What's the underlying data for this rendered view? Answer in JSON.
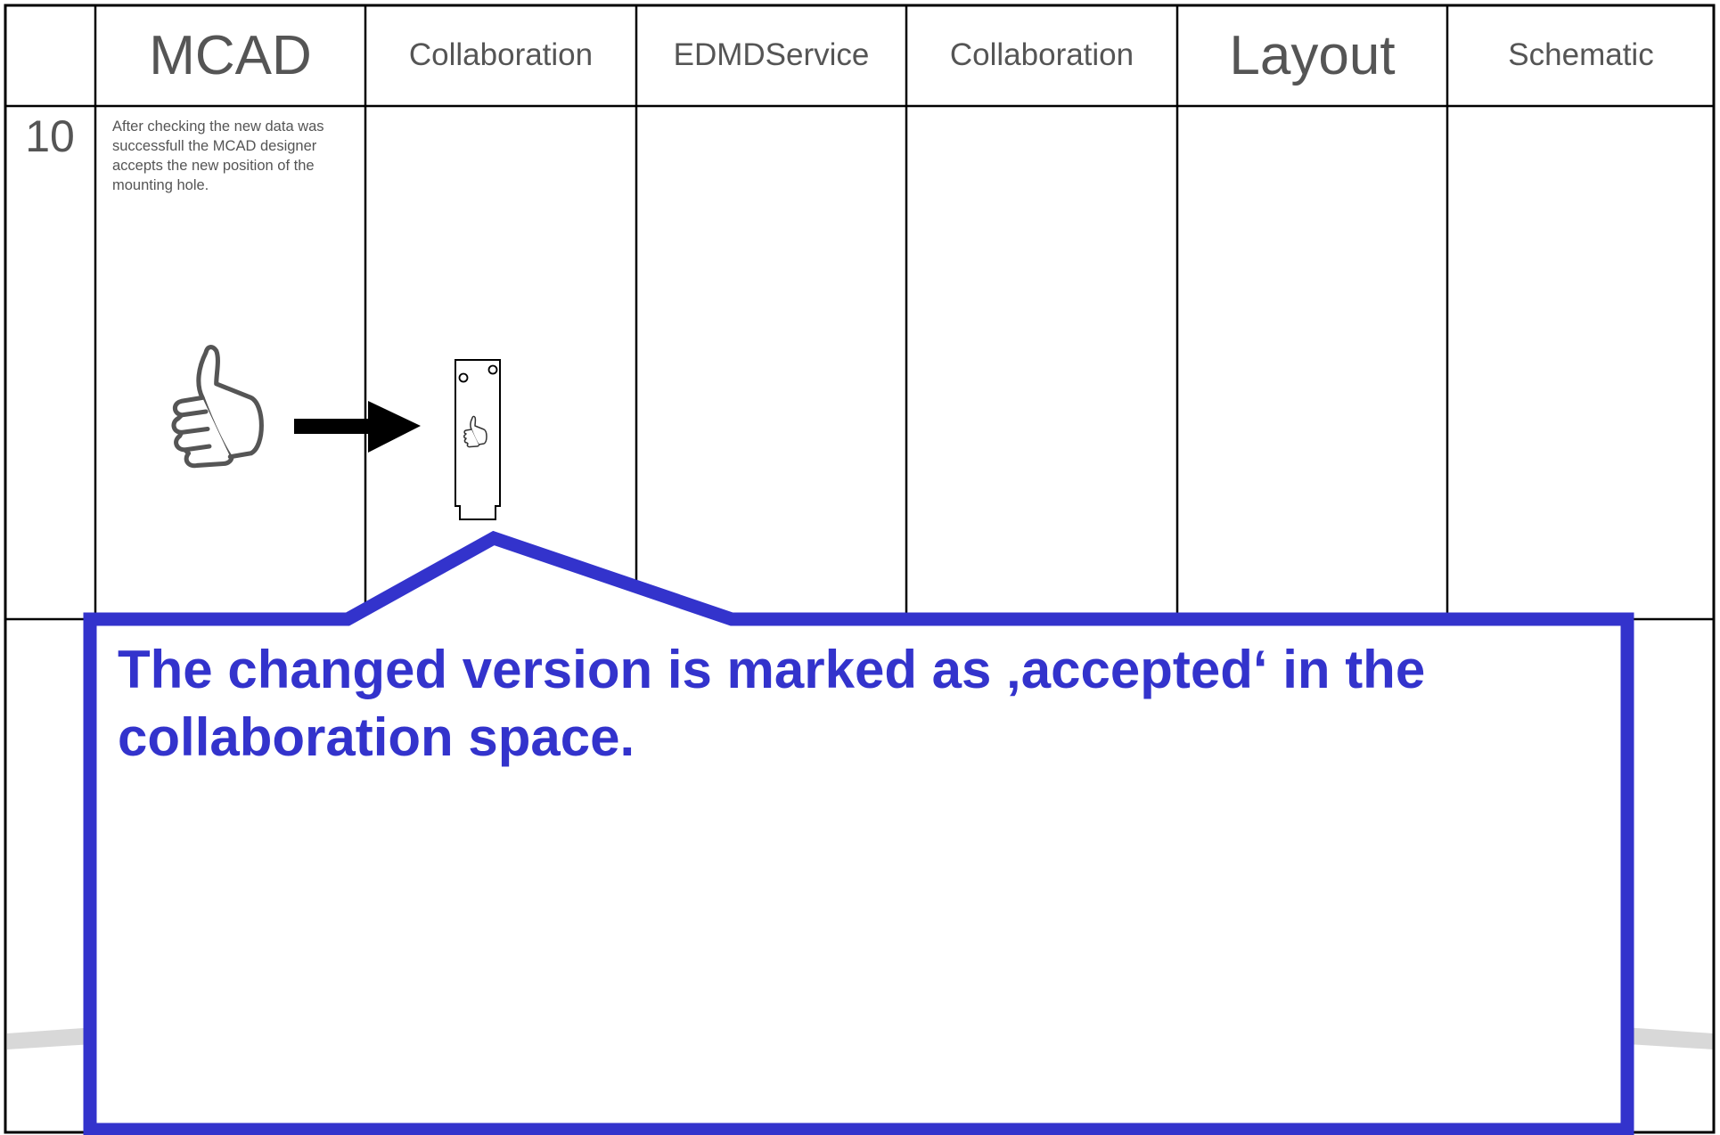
{
  "header": {
    "columns": [
      {
        "label": "MCAD"
      },
      {
        "label": "Collaboration"
      },
      {
        "label": "EDMDService"
      },
      {
        "label": "Collaboration"
      },
      {
        "label": "Layout"
      },
      {
        "label": "Schematic"
      }
    ]
  },
  "row": {
    "number": "10",
    "description": "After checking the new data was successfull the MCAD designer accepts the new position of the mounting hole."
  },
  "callout": {
    "text": "The changed version is marked as ‚accepted‘ in the collaboration space."
  },
  "icons": {
    "approval": "thumbs-up-icon",
    "flow": "arrow-right-icon",
    "board": "pcb-board-icon"
  },
  "colors": {
    "callout": "#3333cc",
    "text": "#555555",
    "grid": "#000000"
  }
}
